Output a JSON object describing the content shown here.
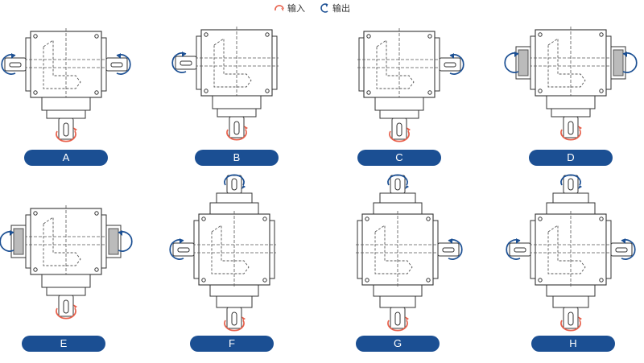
{
  "legend": {
    "input_label": "输入",
    "output_label": "输出",
    "input_color": "#e8604b",
    "output_color": "#1b4f93"
  },
  "configurations": [
    {
      "label": "A",
      "top_shaft": false,
      "bottom_shaft": true,
      "left": "shaft",
      "right": "shaft"
    },
    {
      "label": "B",
      "top_shaft": false,
      "bottom_shaft": true,
      "left": "shaft",
      "right": "none"
    },
    {
      "label": "C",
      "top_shaft": false,
      "bottom_shaft": true,
      "left": "none",
      "right": "shaft"
    },
    {
      "label": "D",
      "top_shaft": false,
      "bottom_shaft": true,
      "left": "hollow",
      "right": "hollow"
    },
    {
      "label": "E",
      "top_shaft": false,
      "bottom_shaft": true,
      "left": "hollow",
      "right": "hollow"
    },
    {
      "label": "F",
      "top_shaft": true,
      "bottom_shaft": true,
      "left": "shaft",
      "right": "none"
    },
    {
      "label": "G",
      "top_shaft": true,
      "bottom_shaft": true,
      "left": "none",
      "right": "shaft"
    },
    {
      "label": "H",
      "top_shaft": true,
      "bottom_shaft": true,
      "left": "shaft",
      "right": "shaft"
    }
  ]
}
